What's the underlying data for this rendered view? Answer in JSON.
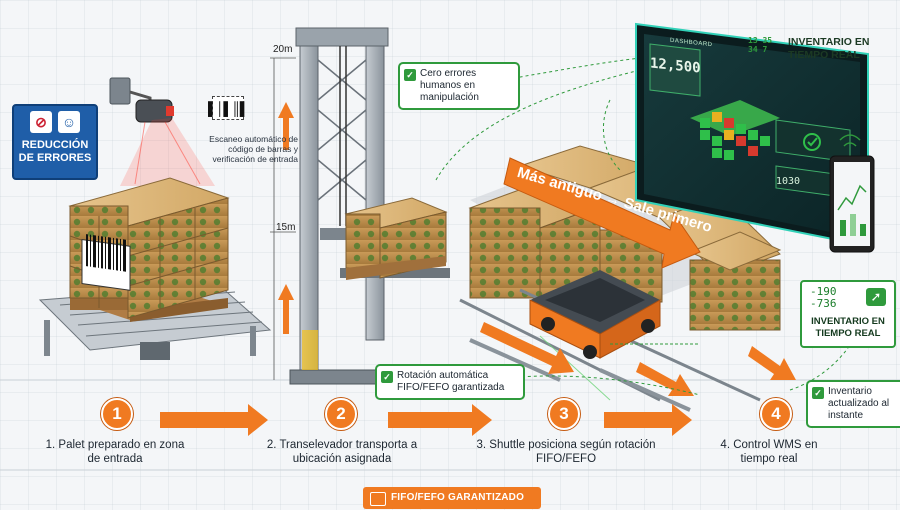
{
  "labels": {
    "reduction": "REDUCCIÓN DE ERRORES",
    "scan_text": "Escaneo automático de código de barras y verificación de entrada",
    "zero_errors": "Cero errores humanos en manipulación",
    "rotation": "Rotación automática FIFO/FEFO garantizada",
    "fifo_arrow": "Más antiguo → Sale primero",
    "inventory_top": "INVENTARIO EN TIEMPO REAL",
    "inventory_top_digits": "13 35\n34 7",
    "inventory_box": "INVENTARIO EN TIEMPO REAL",
    "inventory_box_numbers": "-190\n-736",
    "inventory_updated": "Inventario actualizado al instante",
    "dim_20": "20m",
    "dim_15": "15m",
    "screen_value": "12,500",
    "screen_header": "DASHBOARD",
    "screen_small": "1030",
    "banner": "FIFO/FEFO GARANTIZADO"
  },
  "steps": [
    {
      "num": "1",
      "text": "1. Palet preparado en zona de entrada"
    },
    {
      "num": "2",
      "text": "2. Transelevador transporta a ubicación asignada"
    },
    {
      "num": "3",
      "text": "3. Shuttle posiciona según rotación FIFO/FEFO"
    },
    {
      "num": "4",
      "text": "4. Control WMS en tiempo real"
    }
  ],
  "colors": {
    "accent_orange": "#f07a21",
    "accent_green": "#2f9a3c",
    "brand_blue": "#1f5ea8",
    "box_tan": "#d9b47a",
    "box_dark": "#a87a3e",
    "steel": "#9aa3ab"
  }
}
